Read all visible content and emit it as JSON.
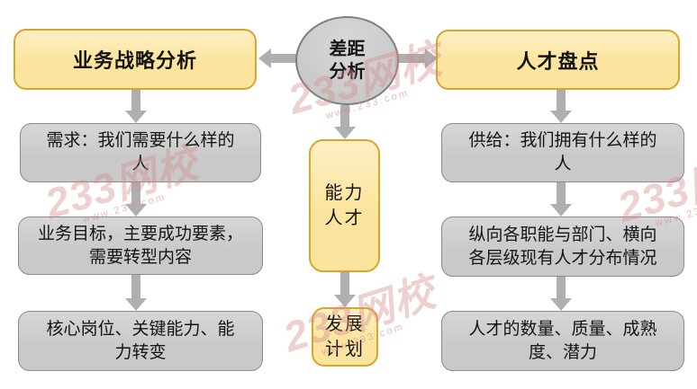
{
  "watermark": {
    "brand": "233网校",
    "site": "www.233.com"
  },
  "colors": {
    "yellow_fill": "#FBE49D",
    "yellow_border": "#D9A62B",
    "gray_fill": "#C9C9C9",
    "gray_border": "#8A8A8A",
    "arrow": "#AFAFAF",
    "watermark": "#D48C8C"
  },
  "center": {
    "gap_circle_label": "差距\n分析",
    "capability_box_label": "能力\n人才",
    "plan_box_label": "发展\n计划"
  },
  "left_column": {
    "title": "业务战略分析",
    "steps": [
      "需求：我们需要什么样的\n人",
      "业务目标，主要成功要素，\n需要转型内容",
      "核心岗位、关键能力、能\n力转变"
    ]
  },
  "right_column": {
    "title": "人才盘点",
    "steps": [
      "供给：我们拥有什么样的\n人",
      "纵向各职能与部门、横向\n各层级现有人才分布情况",
      "人才的数量、质量、成熟\n度、潜力"
    ]
  }
}
